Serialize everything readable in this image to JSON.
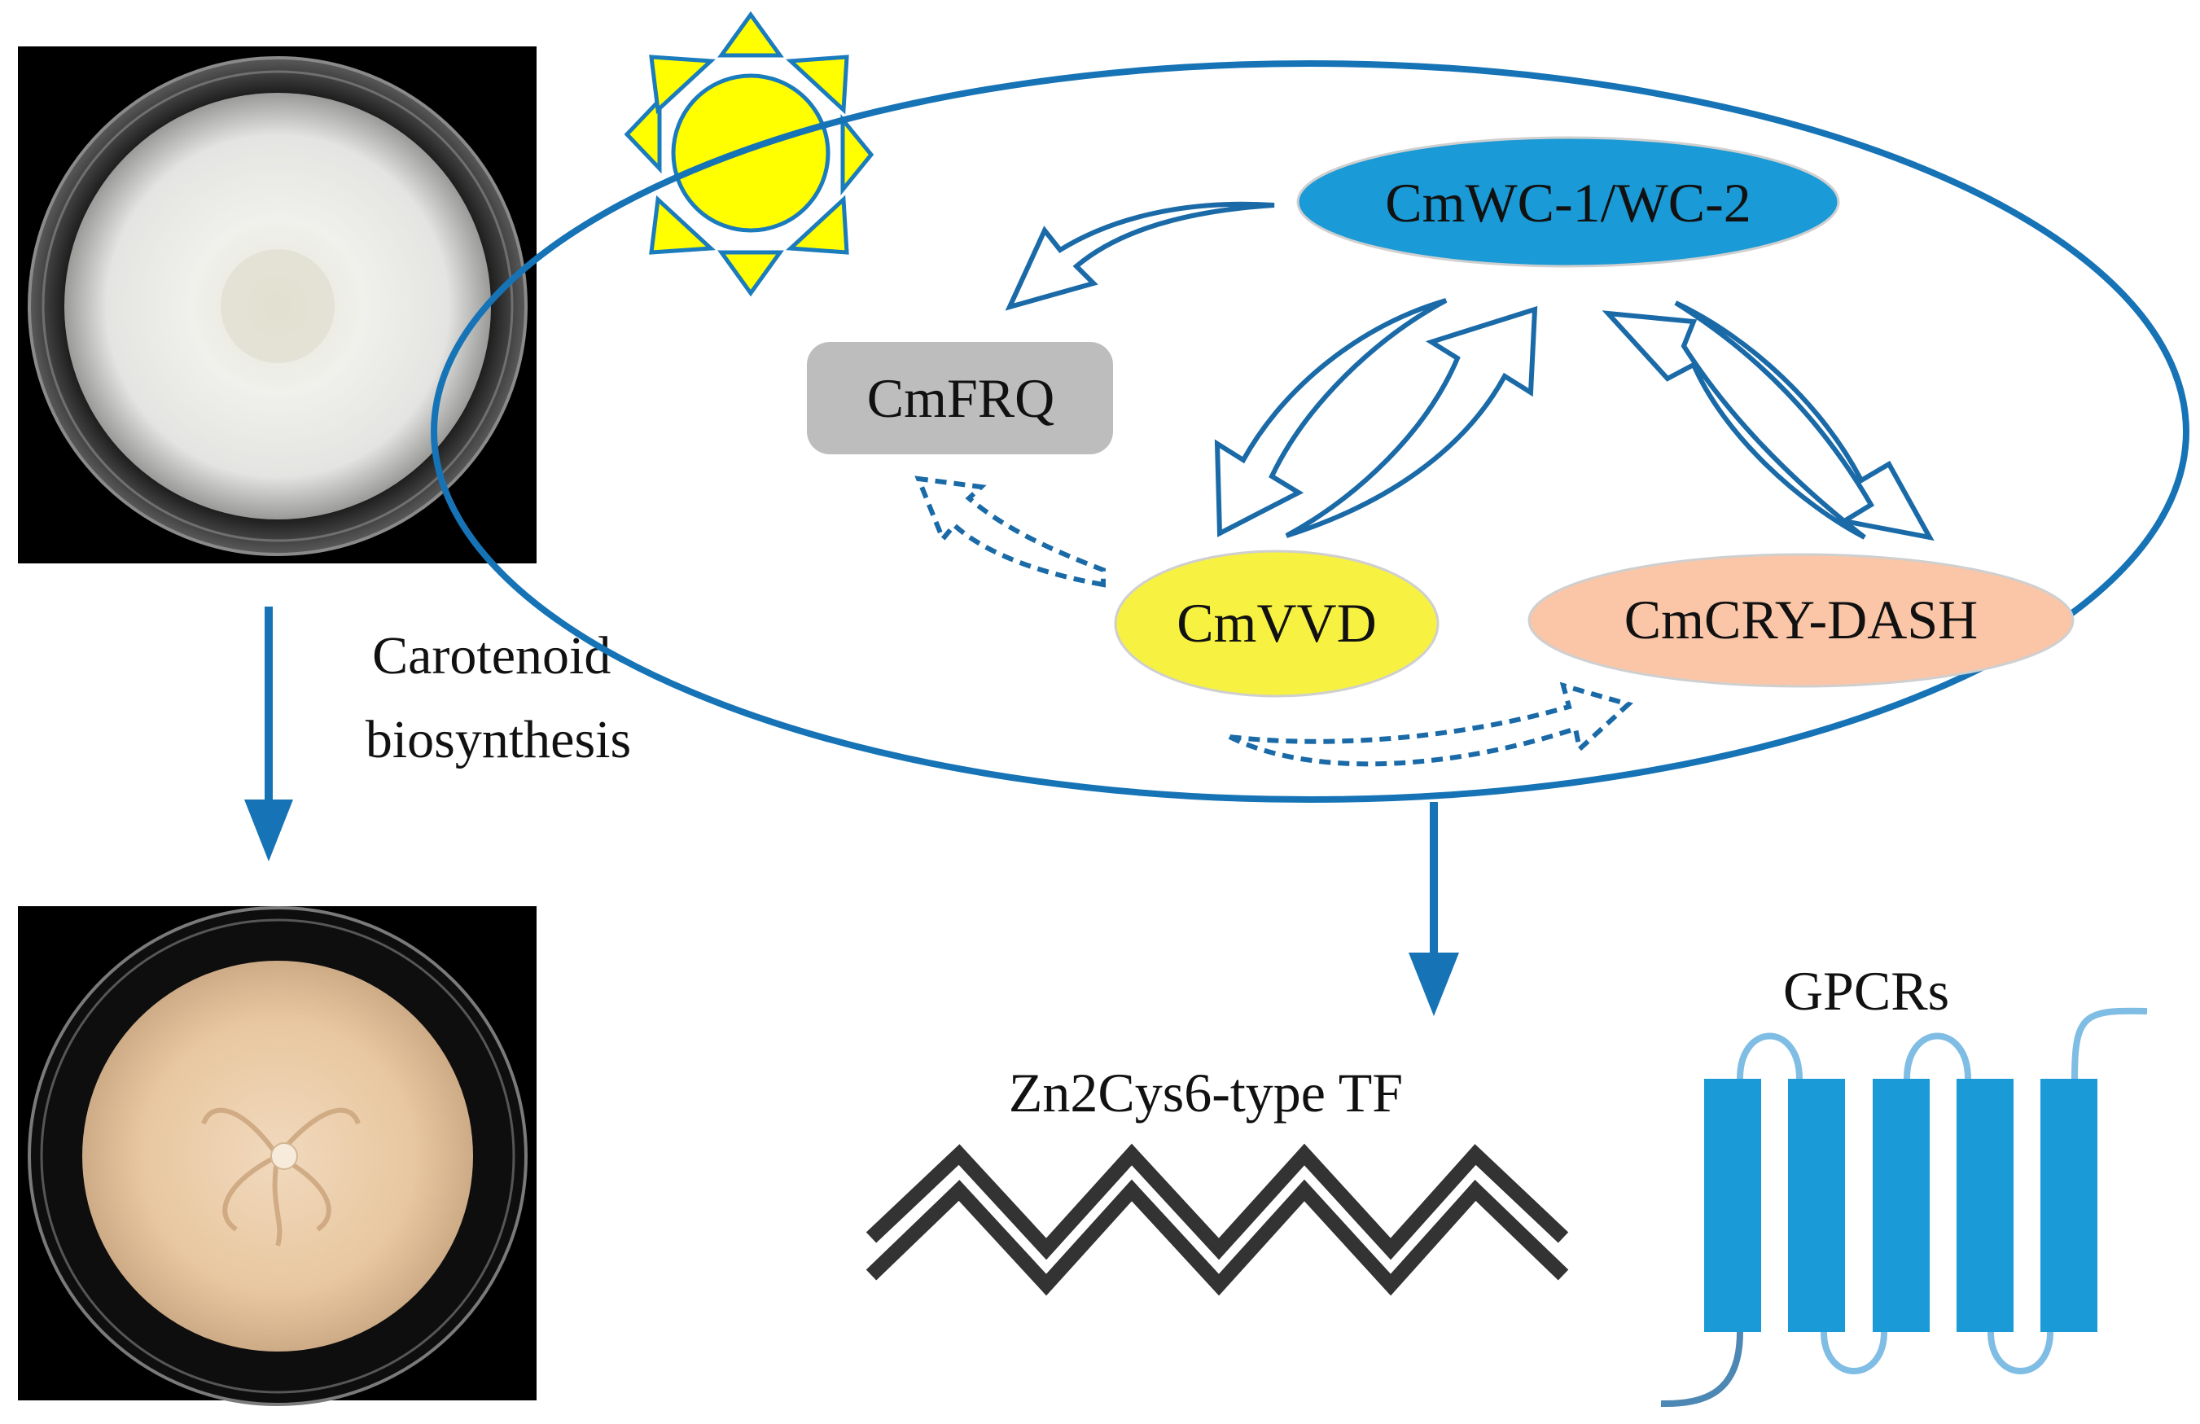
{
  "colors": {
    "accent_blue": "#1673b6",
    "box_blue": "#1a9ad6",
    "loop_blue": "#7fbde4",
    "sun_yellow": "#ffff00",
    "cmfrq_gray": "#bdbdbd",
    "cmvvd_yellow": "#f7f241",
    "cmcry_peach": "#fbc6a7",
    "zigzag_gray": "#333333",
    "plate_background": "#000000"
  },
  "labels": {
    "process": [
      "Carotenoid",
      "biosynthesis"
    ],
    "wc": "CmWC-1/WC-2",
    "frq": "CmFRQ",
    "vvd": "CmVVD",
    "cry": "CmCRY-DASH",
    "tf": "Zn2Cys6-type TF",
    "gpcr": "GPCRs"
  },
  "icons": {
    "light": "sun-icon",
    "plate_before": "white-culture-plate",
    "plate_after": "pigmented-culture-plate",
    "tf": "zinc-finger-zigzag-icon",
    "gpcr": "seven-transmembrane-receptor-icon"
  }
}
